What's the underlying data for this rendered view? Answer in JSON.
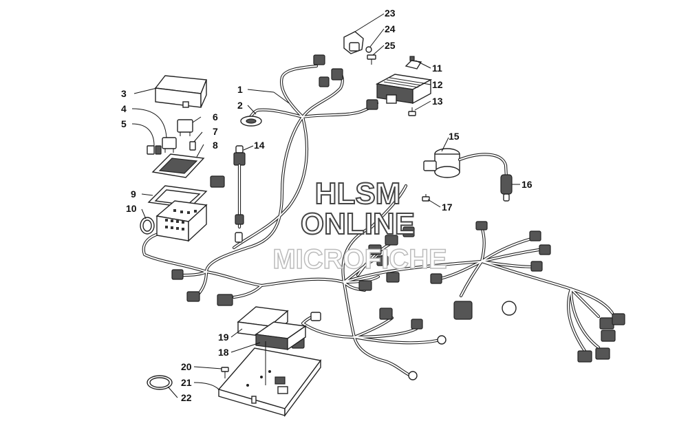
{
  "callouts": [
    {
      "num": "1"
    },
    {
      "num": "2"
    },
    {
      "num": "3"
    },
    {
      "num": "4"
    },
    {
      "num": "5"
    },
    {
      "num": "6"
    },
    {
      "num": "7"
    },
    {
      "num": "8"
    },
    {
      "num": "9"
    },
    {
      "num": "10"
    },
    {
      "num": "11"
    },
    {
      "num": "12"
    },
    {
      "num": "13"
    },
    {
      "num": "14"
    },
    {
      "num": "15"
    },
    {
      "num": "16"
    },
    {
      "num": "17"
    },
    {
      "num": "18"
    },
    {
      "num": "19"
    },
    {
      "num": "20"
    },
    {
      "num": "21"
    },
    {
      "num": "22"
    },
    {
      "num": "23"
    },
    {
      "num": "24"
    },
    {
      "num": "25"
    }
  ],
  "watermark": {
    "line1": "HLSM",
    "line2": "ONLINE",
    "line3": "MICROFICHE"
  },
  "colors": {
    "ink": "#111111",
    "background": "#ffffff"
  }
}
